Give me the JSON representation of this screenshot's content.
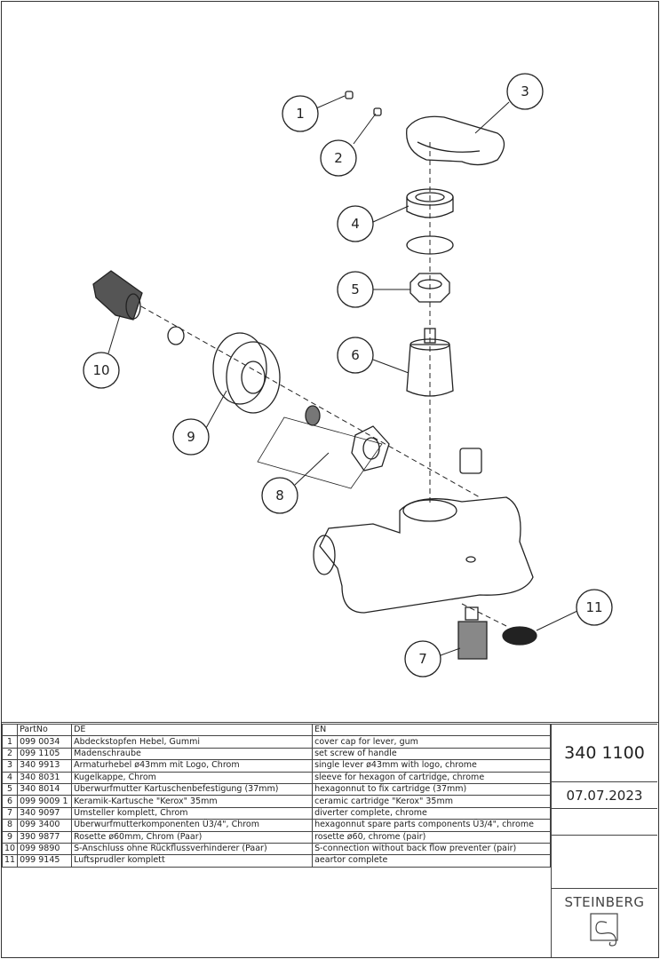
{
  "callouts": [
    "1",
    "2",
    "3",
    "4",
    "5",
    "6",
    "7",
    "8",
    "9",
    "10",
    "11"
  ],
  "table": {
    "headers": [
      "",
      "PartNo",
      "DE",
      "EN"
    ],
    "rows": [
      [
        "1",
        "099 0034",
        "Abdeckstopfen Hebel, Gummi",
        "cover cap for lever, gum"
      ],
      [
        "2",
        "099 1105",
        "Madenschraube",
        "set screw of handle"
      ],
      [
        "3",
        "340 9913",
        "Armaturhebel ø43mm mit Logo, Chrom",
        "single lever ø43mm with logo, chrome"
      ],
      [
        "4",
        "340 8031",
        "Kugelkappe, Chrom",
        "sleeve for hexagon of cartridge, chrome"
      ],
      [
        "5",
        "340 8014",
        "Überwurfmutter Kartuschenbefestigung (37mm)",
        "hexagonnut to fix cartridge (37mm)"
      ],
      [
        "6",
        "099 9009 1",
        "Keramik-Kartusche \"Kerox\" 35mm",
        "ceramic cartridge \"Kerox\" 35mm"
      ],
      [
        "7",
        "340 9097",
        "Umsteller komplett, Chrom",
        "diverter complete, chrome"
      ],
      [
        "8",
        "099 3400",
        "Überwurfmutterkomponenten Ü3/4\", Chrom",
        "hexagonnut spare parts components Ü3/4\", chrome"
      ],
      [
        "9",
        "390 9877",
        "Rosette ø60mm, Chrom (Paar)",
        "rosette ø60, chrome (pair)"
      ],
      [
        "10",
        "099 9890",
        "S-Anschluss ohne Rückflussverhinderer (Paar)",
        "S-connection without back flow preventer (pair)"
      ],
      [
        "11",
        "099 9145",
        "Luftsprudler komplett",
        "aeartor complete"
      ]
    ]
  },
  "titleblock": {
    "article_number": "340 1100",
    "date": "07.07.2023",
    "brand": "STEINBERG",
    "logo_icon": "steinberg-logo"
  }
}
